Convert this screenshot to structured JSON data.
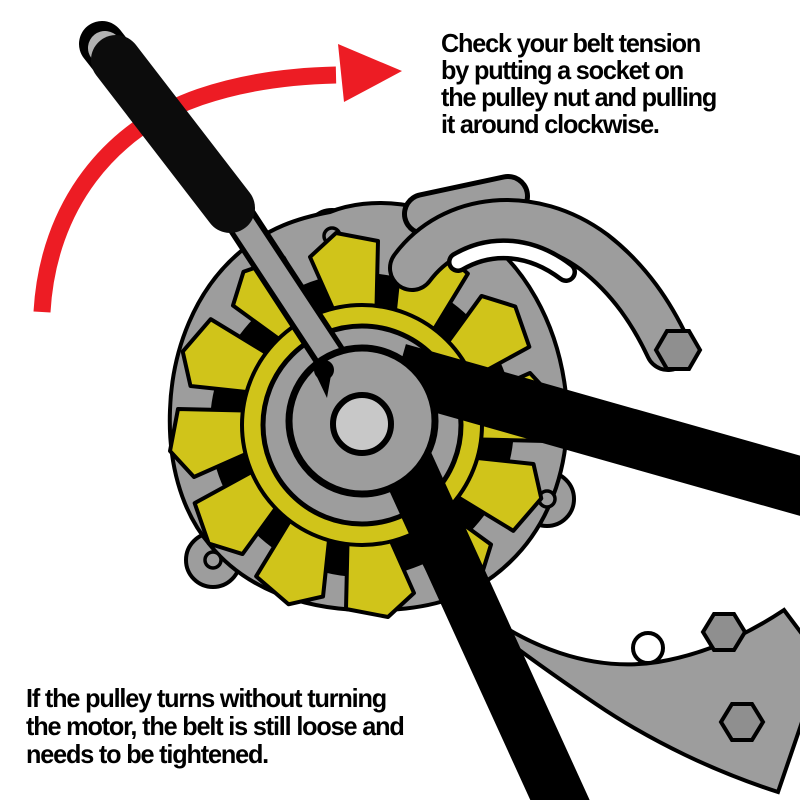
{
  "figure": {
    "type": "instructional-diagram",
    "subject": "Checking alternator drive-belt tension with a socket wrench on the pulley nut"
  },
  "annotations": {
    "top_right": {
      "lines": [
        "Check your belt tension",
        "by putting a socket on",
        "the pulley nut and pulling",
        "it around clockwise."
      ]
    },
    "bottom_left": {
      "lines": [
        "If the pulley turns without turning",
        "the motor, the belt is still loose and",
        "needs to be tightened."
      ]
    }
  },
  "colors": {
    "background": "#ffffff",
    "arrow_red": "#ed1c24",
    "fan_yellow": "#d0c41a",
    "metal_gray": "#9d9d9d",
    "metal_gray_dark": "#8f8f8f",
    "socket_gray": "#c8c8c8",
    "belt_black": "#000000",
    "handle_black": "#0c0c0c",
    "handle_tip_gray": "#b2b2b2",
    "outline": "#000000"
  },
  "parts": {
    "arrow": "clockwise pull direction arrow",
    "wrench": "socket wrench on pulley nut",
    "fan": "alternator fan pulley",
    "belt_upper": "drive belt upper run",
    "belt_lower": "drive belt lower run",
    "bracket_top": "adjustment bracket with slot",
    "bracket_bottom": "mounting bracket"
  }
}
